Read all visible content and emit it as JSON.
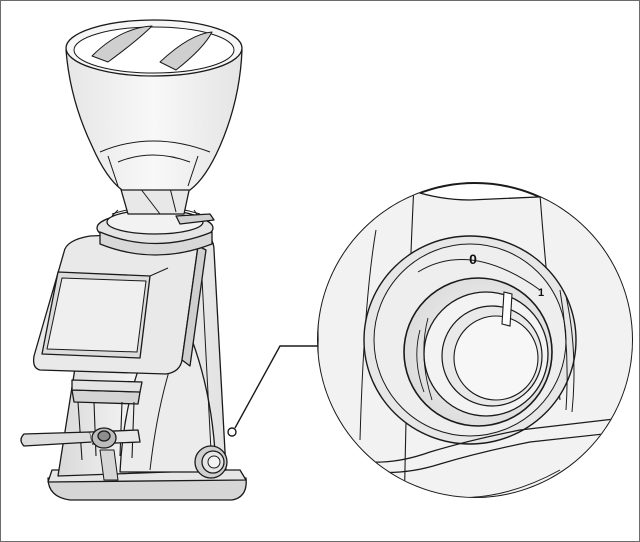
{
  "illustration": {
    "subject": "coffee-grinder",
    "detail": "grind-adjustment-knob"
  },
  "knob_scale": {
    "mark_zero": "0",
    "mark_one": "1"
  },
  "colors": {
    "line": "#1a1a1a",
    "fill_light": "#f1f1f1",
    "fill_mid": "#dcdcdc",
    "fill_dark": "#bdbdbd",
    "frame": "#6b6b6b"
  }
}
